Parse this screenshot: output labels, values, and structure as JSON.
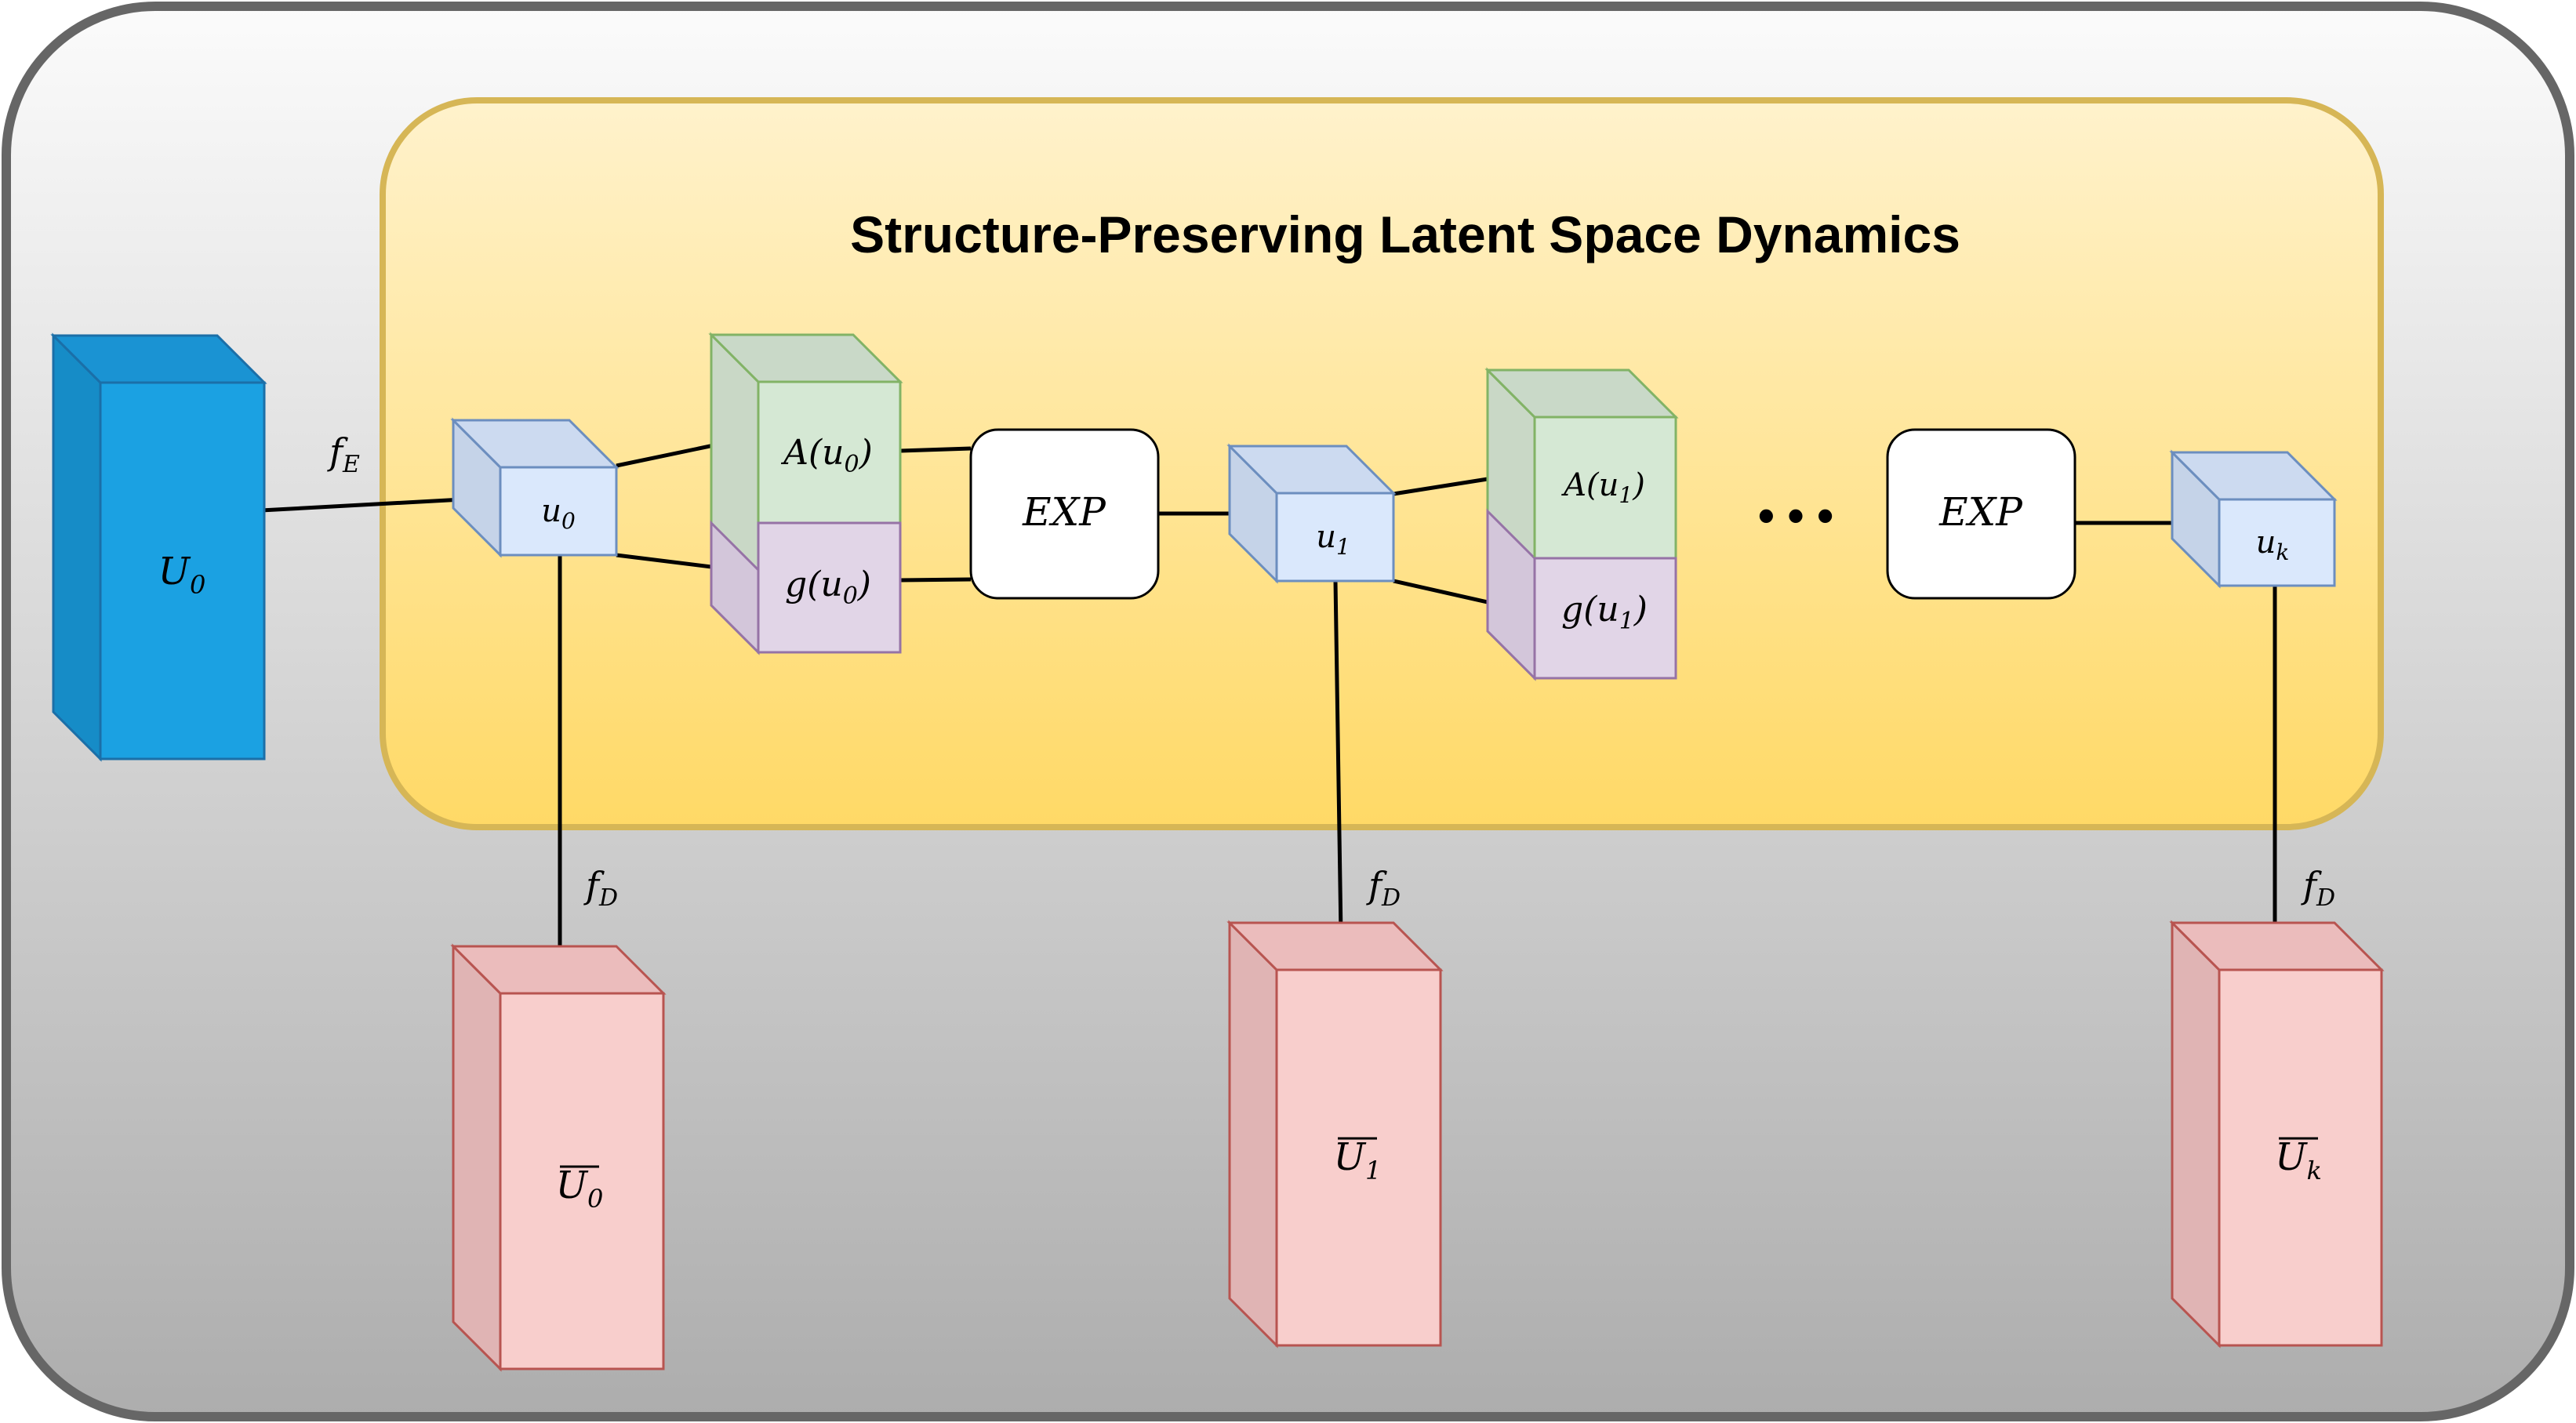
{
  "title": "Structure-Preserving Latent Space Dynamics",
  "encoder_label": "f_E",
  "decoder_label": "f_D",
  "input": {
    "main": "U",
    "sub": "0"
  },
  "latents": [
    {
      "main": "u",
      "sub": "0"
    },
    {
      "main": "u",
      "sub": "1"
    },
    {
      "main": "u",
      "sub": "k"
    }
  ],
  "operators": [
    {
      "A": {
        "pre": "A(u",
        "sub": "0",
        "post": ")"
      },
      "g": {
        "pre": "g(u",
        "sub": "0",
        "post": ")"
      }
    },
    {
      "A": {
        "pre": "A(u",
        "sub": "1",
        "post": ")"
      },
      "g": {
        "pre": "g(u",
        "sub": "1",
        "post": ")"
      }
    }
  ],
  "exp_label": "EXP",
  "ellipsis": "• • •",
  "outputs": [
    {
      "main": "U",
      "sub": "0"
    },
    {
      "main": "U",
      "sub": "1"
    },
    {
      "main": "U",
      "sub": "k"
    }
  ],
  "colors": {
    "input": "#1ba1e2",
    "latent": "#dae8fc",
    "operator_A": "#d5e8d4",
    "operator_g": "#e1d5e7",
    "output": "#f8cecc",
    "dynamics_panel": "#ffd966"
  }
}
